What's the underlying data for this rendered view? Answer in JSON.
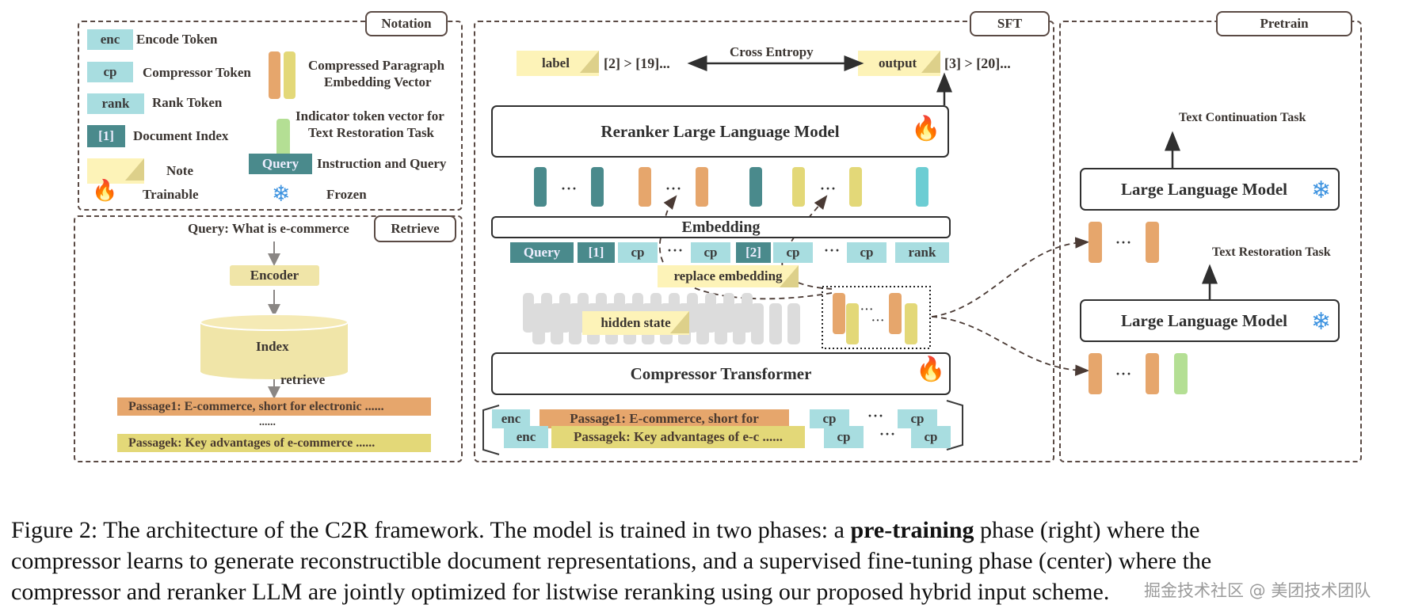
{
  "panels": {
    "notation": "Notation",
    "retrieve": "Retrieve",
    "sft": "SFT",
    "pretrain": "Pretrain"
  },
  "notation": {
    "enc_token": "enc",
    "enc_label": "Encode Token",
    "cp_token": "cp",
    "cp_label": "Compressor Token",
    "rank_token": "rank",
    "rank_label": "Rank Token",
    "doc_token": "[1]",
    "doc_label": "Document Index",
    "note_label": "Note",
    "trainable_label": "Trainable",
    "compressed_label_1": "Compressed Paragraph",
    "compressed_label_2": "Embedding Vector",
    "indicator_label_1": "Indicator token vector for",
    "indicator_label_2": "Text Restoration Task",
    "query_token": "Query",
    "query_label": "Instruction and Query",
    "frozen_label": "Frozen"
  },
  "retrieve": {
    "query": "Query: What is e-commerce",
    "encoder": "Encoder",
    "index": "Index",
    "retrieve_label": "retrieve",
    "passage1": "Passage1: E-commerce, short for electronic ......",
    "ellipsis": "......",
    "passagek": "Passagek: Key advantages of e-commerce ......"
  },
  "sft": {
    "label_note": "label",
    "label_value": "[2] > [19]...",
    "loss": "Cross Entropy",
    "output_note": "output",
    "output_value": "[3] > [20]...",
    "reranker": "Reranker Large Language Model",
    "embedding": "Embedding",
    "tokens": [
      "Query",
      "[1]",
      "cp",
      "···",
      "cp",
      "[2]",
      "cp",
      "···",
      "cp",
      "rank"
    ],
    "replace_note": "replace embedding",
    "hidden_note": "hidden state",
    "compressor": "Compressor Transformer",
    "input_row1": [
      "enc",
      "Passage1: E-commerce, short for",
      "cp",
      "···",
      "cp"
    ],
    "input_row2": [
      "enc",
      "Passagek: Key advantages of e-c ......",
      "cp",
      "···",
      "cp"
    ],
    "dots": "···"
  },
  "pretrain": {
    "continuation_task": "Text Continuation Task",
    "llm_top": "Large Language Model",
    "restoration_task": "Text Restoration Task",
    "llm_bottom": "Large Language Model",
    "dots": "···"
  },
  "caption": {
    "line1_a": "Figure 2: The architecture of the C2R framework. The model is trained in two phases: a ",
    "line1_bold": "pre-training",
    "line1_b": " phase (right) where the",
    "line2": "compressor learns to generate reconstructible document representations, and a supervised fine-tuning phase (center) where the",
    "line3": "compressor and reranker LLM are jointly optimized for listwise reranking using our proposed hybrid input scheme."
  },
  "watermark": "掘金技术社区 @ 美团技术团队",
  "icons": {
    "trainable": "🔥",
    "frozen": "❄"
  },
  "colors": {
    "teal": "#4a8a8c",
    "cyan": "#a8dde0",
    "orange": "#e6a66c",
    "yellow": "#e3d878",
    "green": "#b4df94",
    "note": "#fdf3b8",
    "frozen": "#3d93e0"
  }
}
